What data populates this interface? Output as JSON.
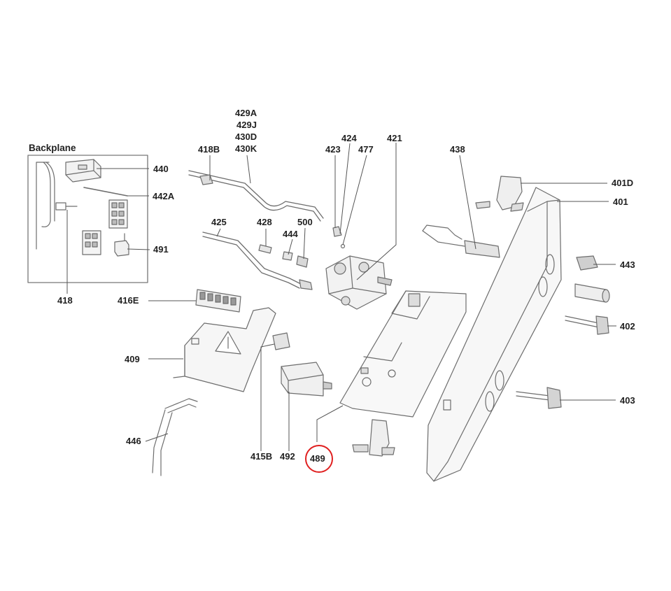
{
  "inset": {
    "title": "Backplane"
  },
  "labels": {
    "l440": "440",
    "l442A": "442A",
    "l491": "491",
    "l418": "418",
    "l418B": "418B",
    "l429A": "429A",
    "l429J": "429J",
    "l430D": "430D",
    "l430K": "430K",
    "l423": "423",
    "l424": "424",
    "l477": "477",
    "l421": "421",
    "l425": "425",
    "l428": "428",
    "l444": "444",
    "l500": "500",
    "l438": "438",
    "l401D": "401D",
    "l401": "401",
    "l443": "443",
    "l402": "402",
    "l403": "403",
    "l416E": "416E",
    "l409": "409",
    "l446": "446",
    "l415B": "415B",
    "l492": "492",
    "l489": "489"
  },
  "highlight": {
    "part": "489",
    "color": "#e02020"
  },
  "colors": {
    "line": "#555555",
    "part": "#6d6d6d",
    "text": "#222222"
  }
}
